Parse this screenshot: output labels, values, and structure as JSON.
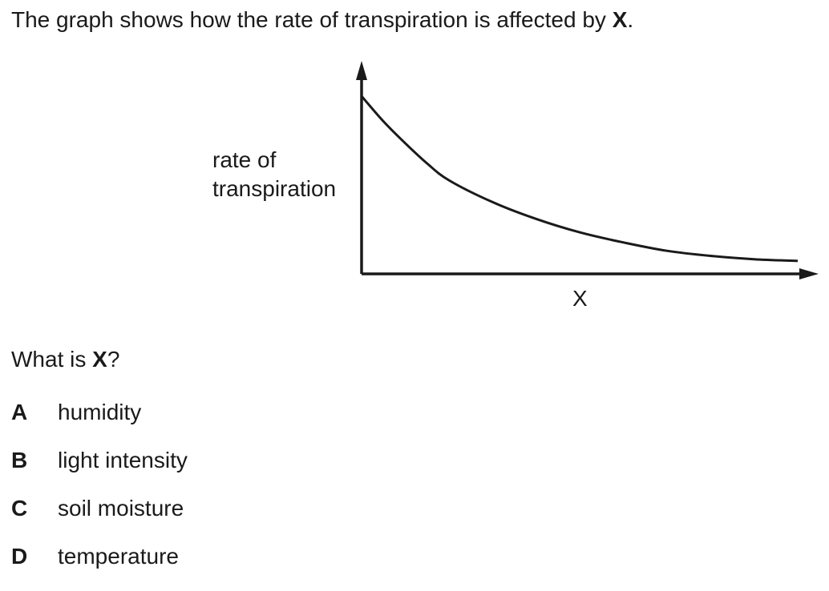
{
  "stem": {
    "text_before": "The graph shows how the rate of transpiration is affected by ",
    "variable": "X",
    "text_after": "."
  },
  "chart_data": {
    "type": "line",
    "title": "",
    "ylabel_lines": [
      "rate of",
      "transpiration"
    ],
    "xlabel": "X",
    "series": [
      {
        "x": [
          0,
          0.05,
          0.1,
          0.15,
          0.2,
          0.3,
          0.4,
          0.5,
          0.6,
          0.7,
          0.8,
          0.9,
          1.0
        ],
        "values": [
          1.0,
          0.85,
          0.72,
          0.6,
          0.5,
          0.37,
          0.27,
          0.19,
          0.13,
          0.08,
          0.05,
          0.03,
          0.02
        ]
      }
    ],
    "grid": false,
    "ticks": false
  },
  "question": {
    "text_before": "What is ",
    "variable": "X",
    "text_after": "?"
  },
  "options": [
    {
      "letter": "A",
      "text": "humidity"
    },
    {
      "letter": "B",
      "text": "light intensity"
    },
    {
      "letter": "C",
      "text": "soil moisture"
    },
    {
      "letter": "D",
      "text": "temperature"
    }
  ]
}
